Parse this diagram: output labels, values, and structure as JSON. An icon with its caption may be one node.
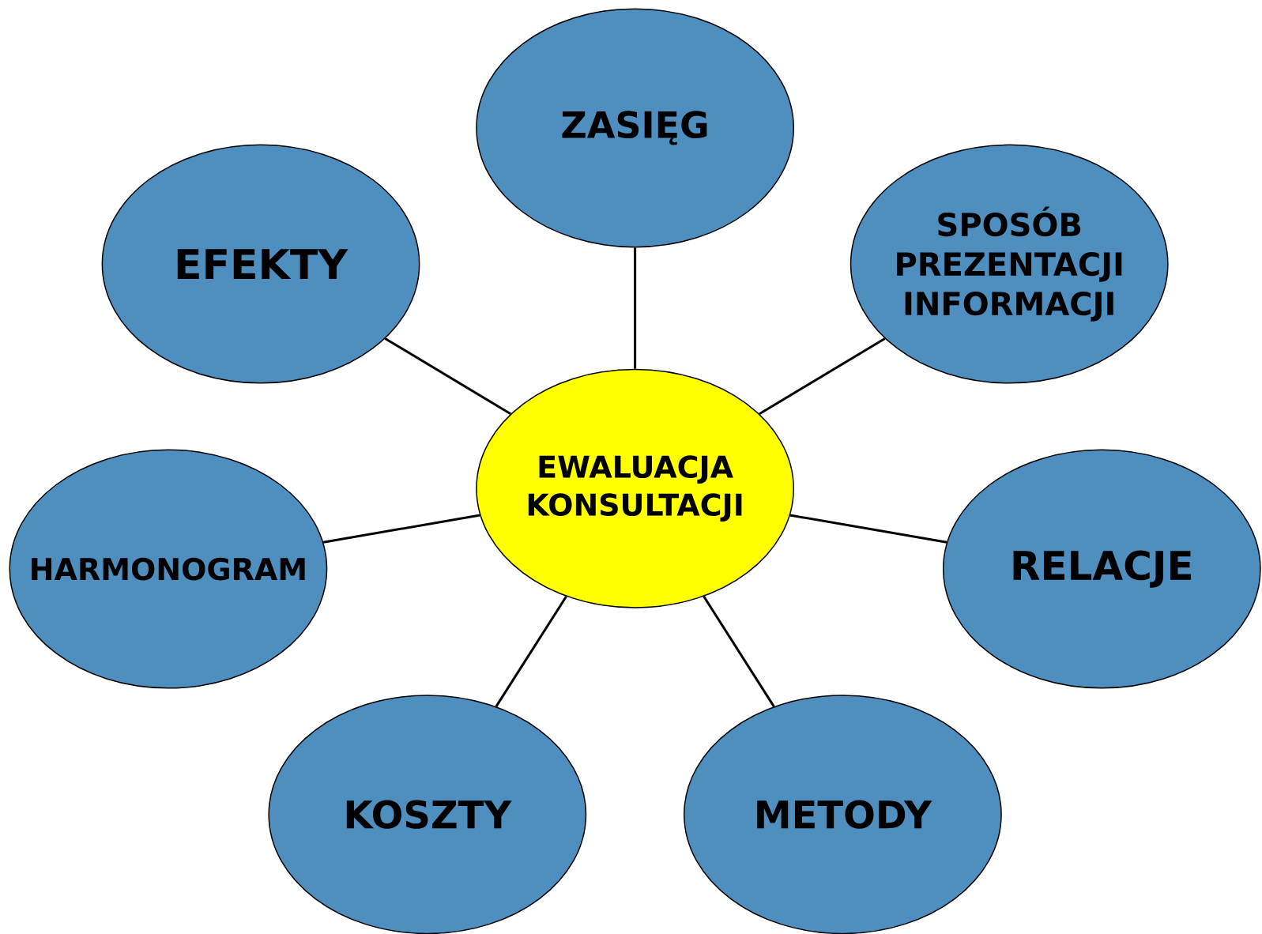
{
  "diagram": {
    "nodes": [
      {
        "text": [
          "ZASIĘG"
        ]
      },
      {
        "text": [
          "EFEKTY"
        ]
      },
      {
        "text": [
          "SPOSÓB PREZENTACJI INFORMACJI"
        ]
      },
      {
        "text": [
          "EWALUACJA KONSULTACJI"
        ]
      },
      {
        "text": [
          "HARMONOGRAM"
        ]
      },
      {
        "text": [
          "RELACJE"
        ]
      },
      {
        "text": [
          "KOSZTY"
        ]
      },
      {
        "text": [
          "METODY"
        ]
      }
    ],
    "edges": [
      {
        "from": 3,
        "to": 0,
        "arrow": "none"
      },
      {
        "from": 3,
        "to": 1,
        "arrow": "none"
      },
      {
        "from": 3,
        "to": 2,
        "arrow": "none"
      },
      {
        "from": 3,
        "to": 4,
        "arrow": "none"
      },
      {
        "from": 3,
        "to": 5,
        "arrow": "none"
      },
      {
        "from": 3,
        "to": 6,
        "arrow": "none"
      },
      {
        "from": 3,
        "to": 7,
        "arrow": "none"
      }
    ]
  }
}
